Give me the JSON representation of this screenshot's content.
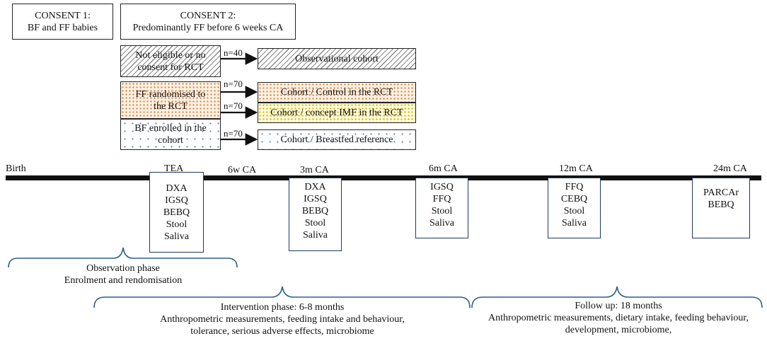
{
  "consent1": {
    "line1": "CONSENT 1:",
    "line2": "BF and FF babies"
  },
  "consent2": {
    "line1": "CONSENT 2:",
    "line2": "Predominantly FF before 6 weeks CA"
  },
  "groups": [
    {
      "line1": "Not eligible or no",
      "line2": "consent for RCT"
    },
    {
      "line1": "FF randomised to",
      "line2": "the RCT"
    },
    {
      "line1": "BF enrolled in the",
      "line2": "cohort"
    }
  ],
  "arrows": [
    {
      "n": "n=40",
      "target": "Observational cohort"
    },
    {
      "n": "n=70",
      "target": "Cohort / Control in the RCT"
    },
    {
      "n": "n=70",
      "target": "Cohort / concept IMF in the RCT"
    },
    {
      "n": "n=70",
      "target": "Cohort / Breastfed reference"
    }
  ],
  "timeline": {
    "birth": "Birth",
    "tea": "TEA",
    "w6": "6w CA",
    "m3": "3m CA",
    "m6": "6m CA",
    "m12": "12m CA",
    "m24": "24m CA"
  },
  "measures": {
    "tea": [
      "DXA",
      "IGSQ",
      "BEBQ",
      "Stool",
      "Saliva"
    ],
    "m3": [
      "DXA",
      "IGSQ",
      "BEBQ",
      "Stool",
      "Saliva"
    ],
    "m6": [
      "IGSQ",
      "FFQ",
      "Stool",
      "Saliva"
    ],
    "m12": [
      "FFQ",
      "CEBQ",
      "Stool",
      "Saliva"
    ],
    "m24": [
      "PARCAr",
      "BEBQ"
    ]
  },
  "phases": {
    "observation": {
      "line1": "Observation phase",
      "line2": "Enrolment and rendomisation"
    },
    "intervention": {
      "line1": "Intervention phase: 6-8 months",
      "line2": "Anthropometric measurements, feeding intake and behaviour,",
      "line3": "tolerance, serious adverse effects, microbiome"
    },
    "followup": {
      "line1": "Follow up: 18 months",
      "line2": "Anthropometric measurements, dietary intake, feeding behaviour,",
      "line3": "development, microbiome,"
    }
  },
  "colors": {
    "line": "#111111",
    "brace": "#2e5f8f",
    "dots_orange": "#d98a3a",
    "dots_yellow": "#d6b800",
    "dots_blue": "#5a88b8"
  }
}
